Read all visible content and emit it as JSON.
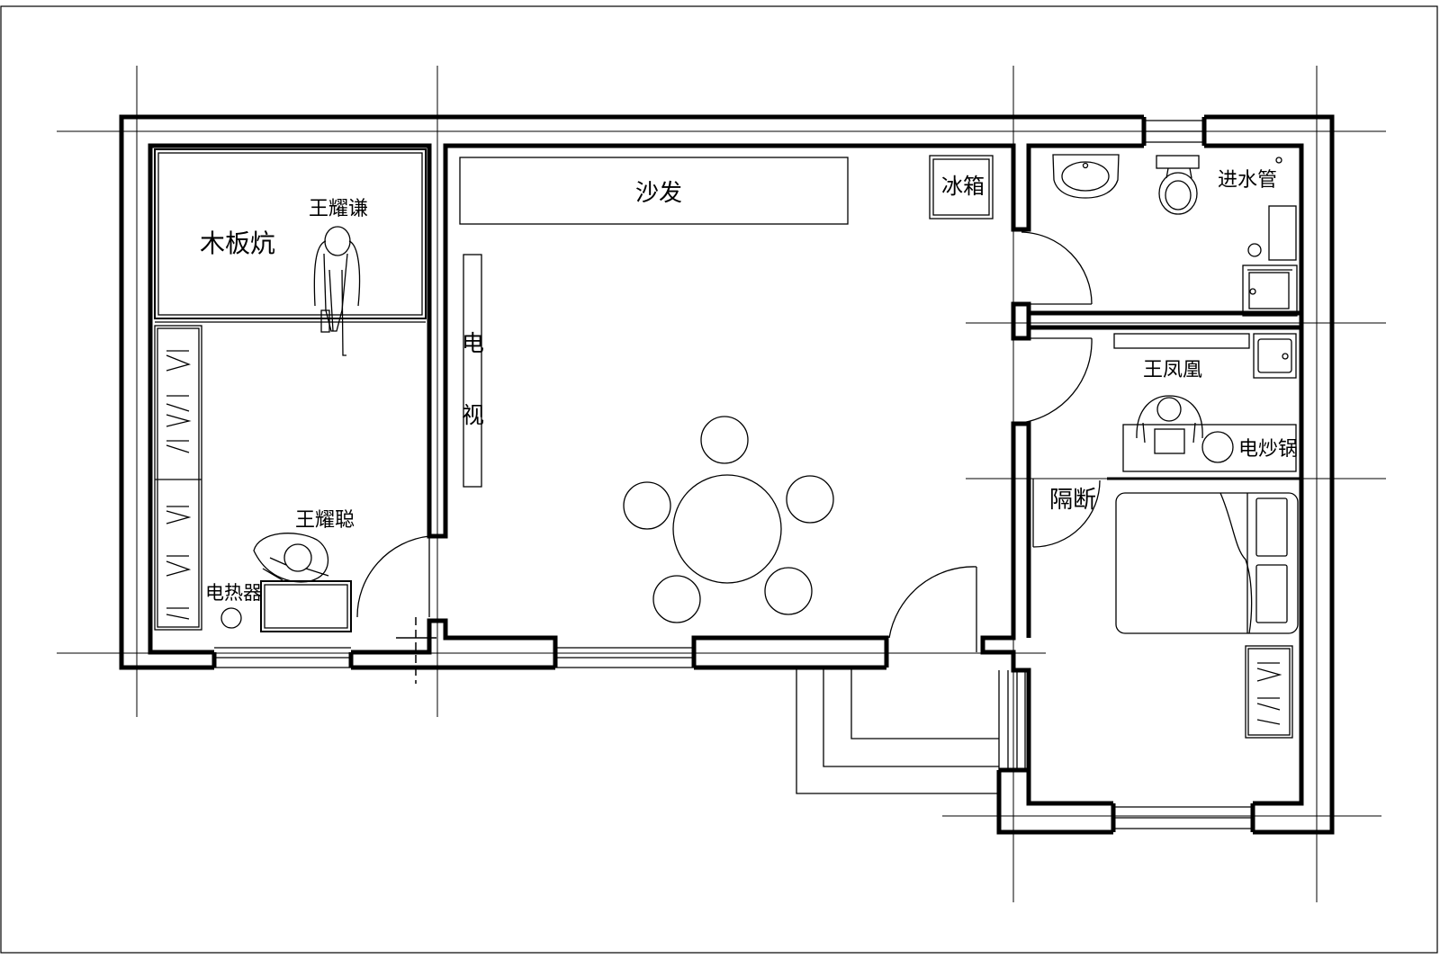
{
  "labels": {
    "kang": "木板炕",
    "person_top_left": "王耀谦",
    "person_bottom_left": "王耀聪",
    "heater": "电热器",
    "sofa": "沙发",
    "fridge": "冰箱",
    "tv_1": "电",
    "tv_2": "视",
    "water_pipe": "进水管",
    "person_kitchen": "王凤凰",
    "cooker": "电炒锅",
    "partition": "隔断"
  }
}
